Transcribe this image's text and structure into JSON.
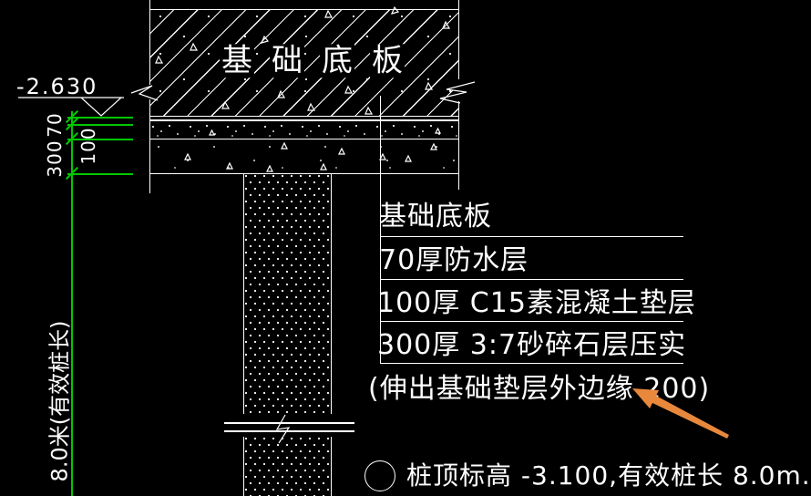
{
  "colors": {
    "background": "#000000",
    "line": "#FFFFFF",
    "dimension": "#00C800",
    "arrow": "#E8883C"
  },
  "slab": {
    "title_chars": [
      "基",
      "础",
      "底",
      "板"
    ]
  },
  "elevation_marker": {
    "value": "-2.630"
  },
  "dimensions": {
    "waterproof": "70",
    "cushion": "100",
    "gravel": "300",
    "pile_length": "8.0米(有效桩长)"
  },
  "layer_table": {
    "rows": [
      {
        "label": "基础底板"
      },
      {
        "label": "70厚防水层"
      },
      {
        "label": "100厚 C15素混凝土垫层"
      },
      {
        "label": "300厚 3:7砂碎石层压实"
      },
      {
        "label": "(伸出基础垫层外边缘 200)"
      }
    ]
  },
  "pile_note": {
    "text": "桩顶标高 -3.100,有效桩长 8.0m."
  }
}
